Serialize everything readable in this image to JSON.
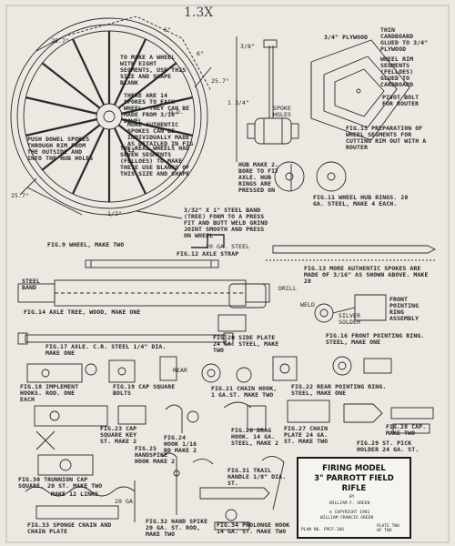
{
  "scale_note": "1.3X",
  "wheel": {
    "angle_left": "25.7°",
    "angle_right": "25.7°",
    "dim_top": "6\"",
    "dim_right": "6\"",
    "make_note": "TO MAKE A WHEEL WITH EIGHT SEGMENTS, USE THIS SIZE AND SHAPE BLANK",
    "spokes_note": "THERE ARE 14 SPOKES TO EACH WHEEL. THEY CAN BE MADE FROM 3/16\" DOWEL",
    "authentic_note": "MORE AUTHENTIC SPOKES CAN BE INDIVIDUALLY MADE AS DETAILED IN FIG 13",
    "segments_note": "THE REAL WHEELS HAD SEVEN SEGMENTS (FELLOES) TO MAKE THESE USE BLANKS OF THIS SIZE AND SHAPE",
    "push_dowel_note": "PUSH DOWEL SPOKES THROUGH RIM FROM THE OUTSIDE AND INTO THE HUB HOLES",
    "od": "O.D.",
    "deg_left": "25.7°",
    "dim_bottom": "1/2\""
  },
  "hub": {
    "spokes_holes": "SPOKE HOLES",
    "note": "HUB MAKE 2. BORE TO FIT AXLE. HUB RINGS ARE PRESSED ON",
    "dim_a": "3/8\"",
    "dim_b": "1 3/4\""
  },
  "rim_fixture": {
    "plywood": "3/4\" PLYWOOD",
    "card_note": "THIN CARDBOARD GLUED TO 3/4\" PLYWOOD",
    "segments": "WHEEL RIM SEGMENTS (FELLOES) GLUED TO CARDBOARD",
    "pivot": "PIVOT BOLT FOR ROUTER",
    "fig15": "FIG.15 PREPARATION OF WHEEL SEGMENTS FOR CUTTING RIM OUT WITH A ROUTER"
  },
  "steel_band_note": "3/32\" X 1\" STEEL BAND (TREE) FORM TO A PRESS FIT AND BUTT WELD GRIND JOINT SMOOTH AND PRESS ON WHEEL",
  "fig11": "FIG.11 WHEEL HUB RINGS. 20 GA. STEEL, MAKE 4 EACH.",
  "fig9": "FIG.9 WHEEL, MAKE TWO",
  "fig13": "FIG.13 MORE AUTHENTIC SPOKES ARE MADE OF 3/16\" AS SHOWN ABOVE. MAKE 28",
  "fig12": "FIG.12 AXLE STRAP",
  "strap_gauge": "20 GA. STEEL",
  "fig14": "FIG.14 AXLE TREE, WOOD, MAKE ONE",
  "steel_band": "STEEL BAND",
  "drill": "DRILL",
  "weld": "WELD",
  "silver_solder": "SILVER SOLDER",
  "front_ring": "FRONT POINTING RING ASSEMBLY",
  "fig16": "FIG.16 FRONT POINTING RING. STEEL, MAKE ONE",
  "fig17": "FIG.17 AXLE. C.R. STEEL 1/4\" DIA. MAKE ONE",
  "fig18": "FIG.18 IMPLEMENT HOOKS. ROD. ONE EACH",
  "fig19": "FIG.19 CAP SQUARE BOLTS",
  "rear": "REAR",
  "fig20": "FIG.20 SIDE PLATE 24 GA. STEEL, MAKE TWO",
  "fig21": "FIG.21 CHAIN HOOK, 1 GA.ST. MAKE TWO",
  "fig22": "FIG.22 REAR POINTING RING. STEEL, MAKE ONE",
  "fig23": "FIG.23 CAP SQUARE KEY ST. MAKE 2",
  "fig24": "FIG.24 HOOK 1/16 RD MAKE 2",
  "fig25": "FIG.25 HANDSPIKE HOOK MAKE 2",
  "fig26": "FIG.26 DRAG HOOK. 14 GA. STEEL, MAKE 2",
  "fig27": "FIG.27 CHAIN PLATE 24 GA. ST. MAKE TWO",
  "fig28": "FIG.28 CAP. MAKE TWO",
  "fig29": "FIG.29 ST. PICK HOLDER 24 GA. ST.",
  "fig30": "FIG.30 TRUNNION CAP SQUARE. 20 ST. MAKE TWO",
  "make12": "MAKE 12 LINKS",
  "ga20": "20 GA.",
  "fig31": "FIG.31 TRAIL HANDLE 1/8\" DIA. ST.",
  "fig32": "FIG.32 HAND SPIKE 20 GA. ST. ROD, MAKE TWO",
  "fig33": "FIG.33 SPONGE CHAIN AND CHAIN PLATE",
  "fig34": "FIG.34 PROLONGE HOOK 14 GA. ST. MAKE TWO",
  "title_block": {
    "title_1": "FIRING MODEL",
    "title_2": "3\" PARROTT FIELD",
    "title_3": "RIFLE",
    "by": "BY",
    "author": "WILLIAM F. GREEN",
    "copyright": "© COPYRIGHT 1981",
    "copyright_holder": "WILLIAM FRANCIS GREEN",
    "plan_no": "PLAN NO. FMCF-106",
    "plate": "PLATE TWO OF TWO"
  }
}
